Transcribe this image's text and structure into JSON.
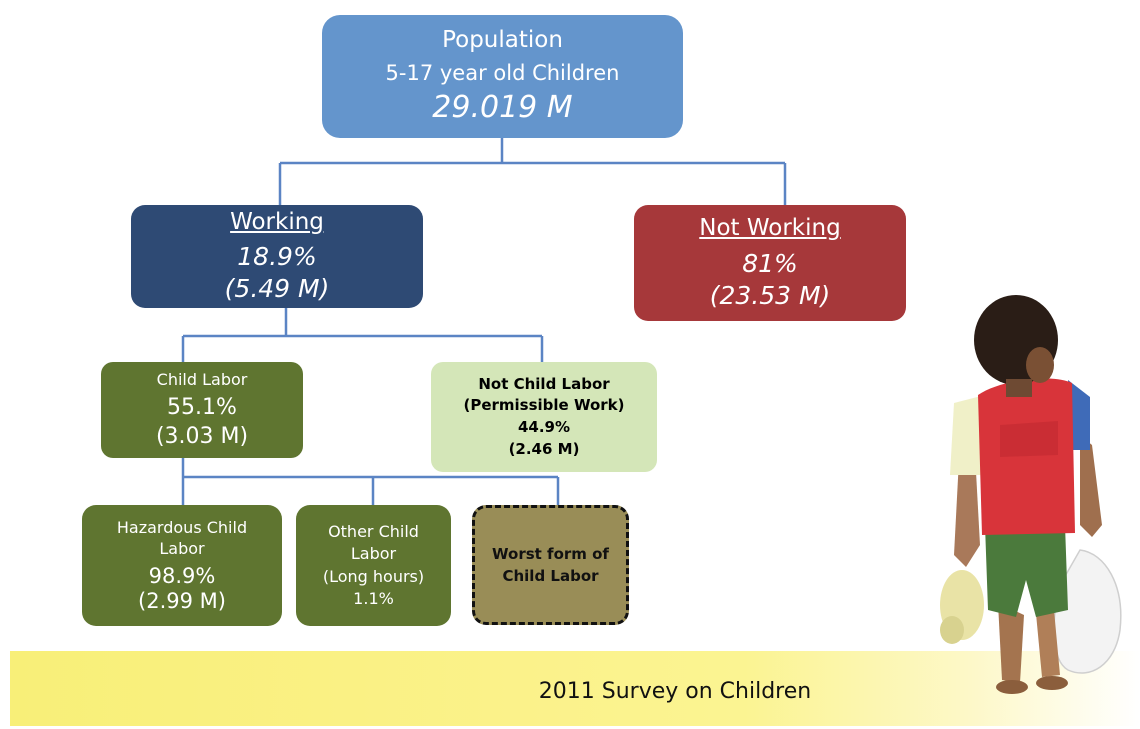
{
  "root": {
    "line1": "Population",
    "line2": "5-17 year old Children",
    "line3": "29.019 M"
  },
  "working": {
    "heading": "Working",
    "percent": "18.9%",
    "count": "(5.49 M)"
  },
  "not_working": {
    "heading": "Not Working",
    "percent": "81%",
    "count": "(23.53 M)"
  },
  "child_labor": {
    "heading": "Child Labor",
    "percent": "55.1%",
    "count": "(3.03 M)"
  },
  "not_child_labor": {
    "line1": "Not Child Labor",
    "line2": "(Permissible Work)",
    "percent": "44.9%",
    "count": "(2.46 M)"
  },
  "hazardous": {
    "line1": "Hazardous Child",
    "line2": "Labor",
    "percent": "98.9%",
    "count": "(2.99 M)"
  },
  "other": {
    "line1": "Other Child",
    "line2": "Labor",
    "line3": "(Long hours)",
    "percent": "1.1%"
  },
  "worst": {
    "line1": "Worst form of",
    "line2": "Child Labor"
  },
  "banner": {
    "text": "2011 Survey on Children"
  },
  "colors": {
    "connector": "#5b84c4",
    "root": "#6495cc",
    "working": "#2e4a74",
    "not_working": "#a6383a",
    "labor_green": "#5f7530",
    "permissible": "#d4e6b8",
    "worst": "#998d57",
    "banner": "#f8ef78"
  }
}
